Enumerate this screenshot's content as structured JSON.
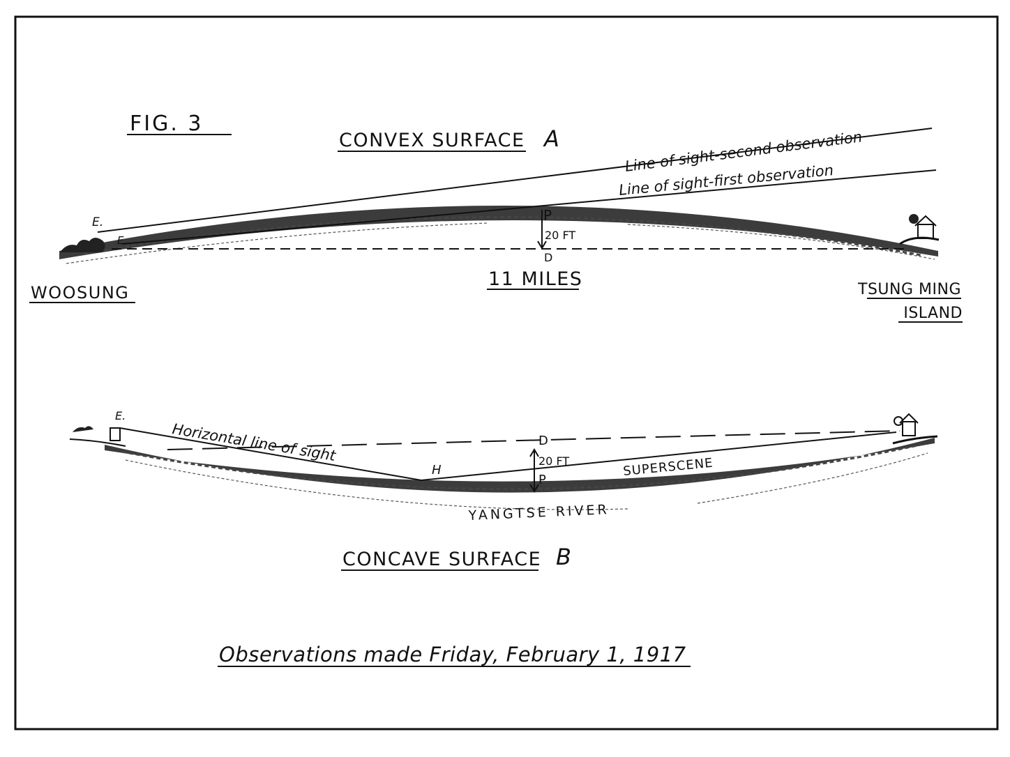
{
  "figure_label": "FIG. 3",
  "convex": {
    "title": "CONVEX SURFACE",
    "letter": "A",
    "sight_second": "Line of sight-second observation",
    "sight_first": "Line of sight-first observation",
    "point_e1": "E.",
    "point_e2": "E.",
    "point_p": "P",
    "point_d": "D",
    "height": "20 FT",
    "distance": "11 MILES",
    "left_place": "WOOSUNG",
    "right_place_line1": "TSUNG MING",
    "right_place_line2": "ISLAND"
  },
  "concave": {
    "title": "CONCAVE SURFACE",
    "letter": "B",
    "horizontal": "Horizontal line of sight",
    "point_e": "E.",
    "point_d": "D",
    "point_h": "H",
    "point_p": "P",
    "height": "20 FT",
    "superscene": "SUPERSCENE",
    "river": "YANGTSE RIVER"
  },
  "caption": "Observations made Friday, February 1, 1917",
  "colors": {
    "ink": "#111111",
    "paper": "#ffffff"
  }
}
